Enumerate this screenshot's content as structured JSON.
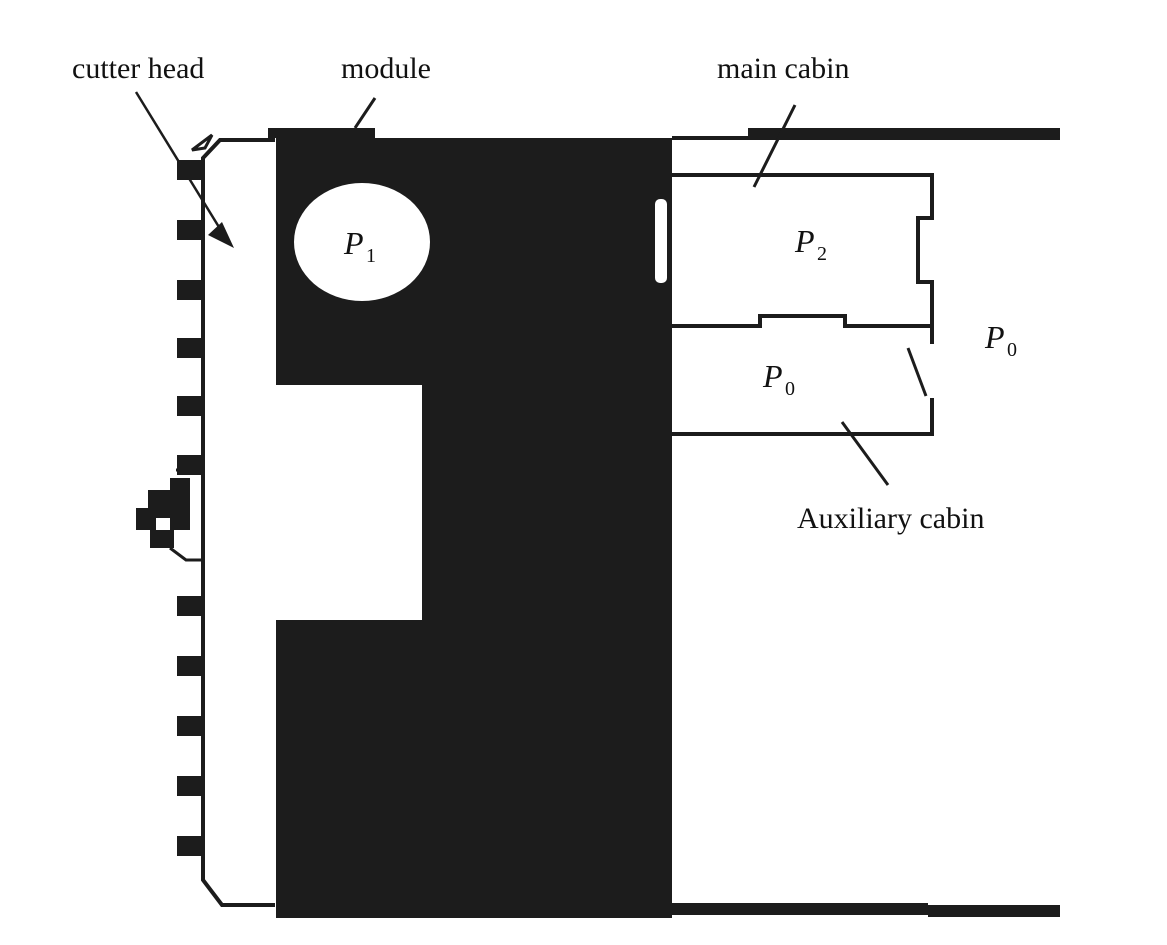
{
  "labels": {
    "cutter_head": "cutter head",
    "module": "module",
    "main_cabin": "main cabin",
    "auxiliary_cabin": "Auxiliary cabin"
  },
  "pressures": {
    "p1": {
      "symbol": "P",
      "subscript": "1"
    },
    "p2": {
      "symbol": "P",
      "subscript": "2"
    },
    "p0_aux": {
      "symbol": "P",
      "subscript": "0"
    },
    "p0_out": {
      "symbol": "P",
      "subscript": "0"
    }
  },
  "colors": {
    "ink": "#1c1c1c",
    "background": "#ffffff"
  }
}
